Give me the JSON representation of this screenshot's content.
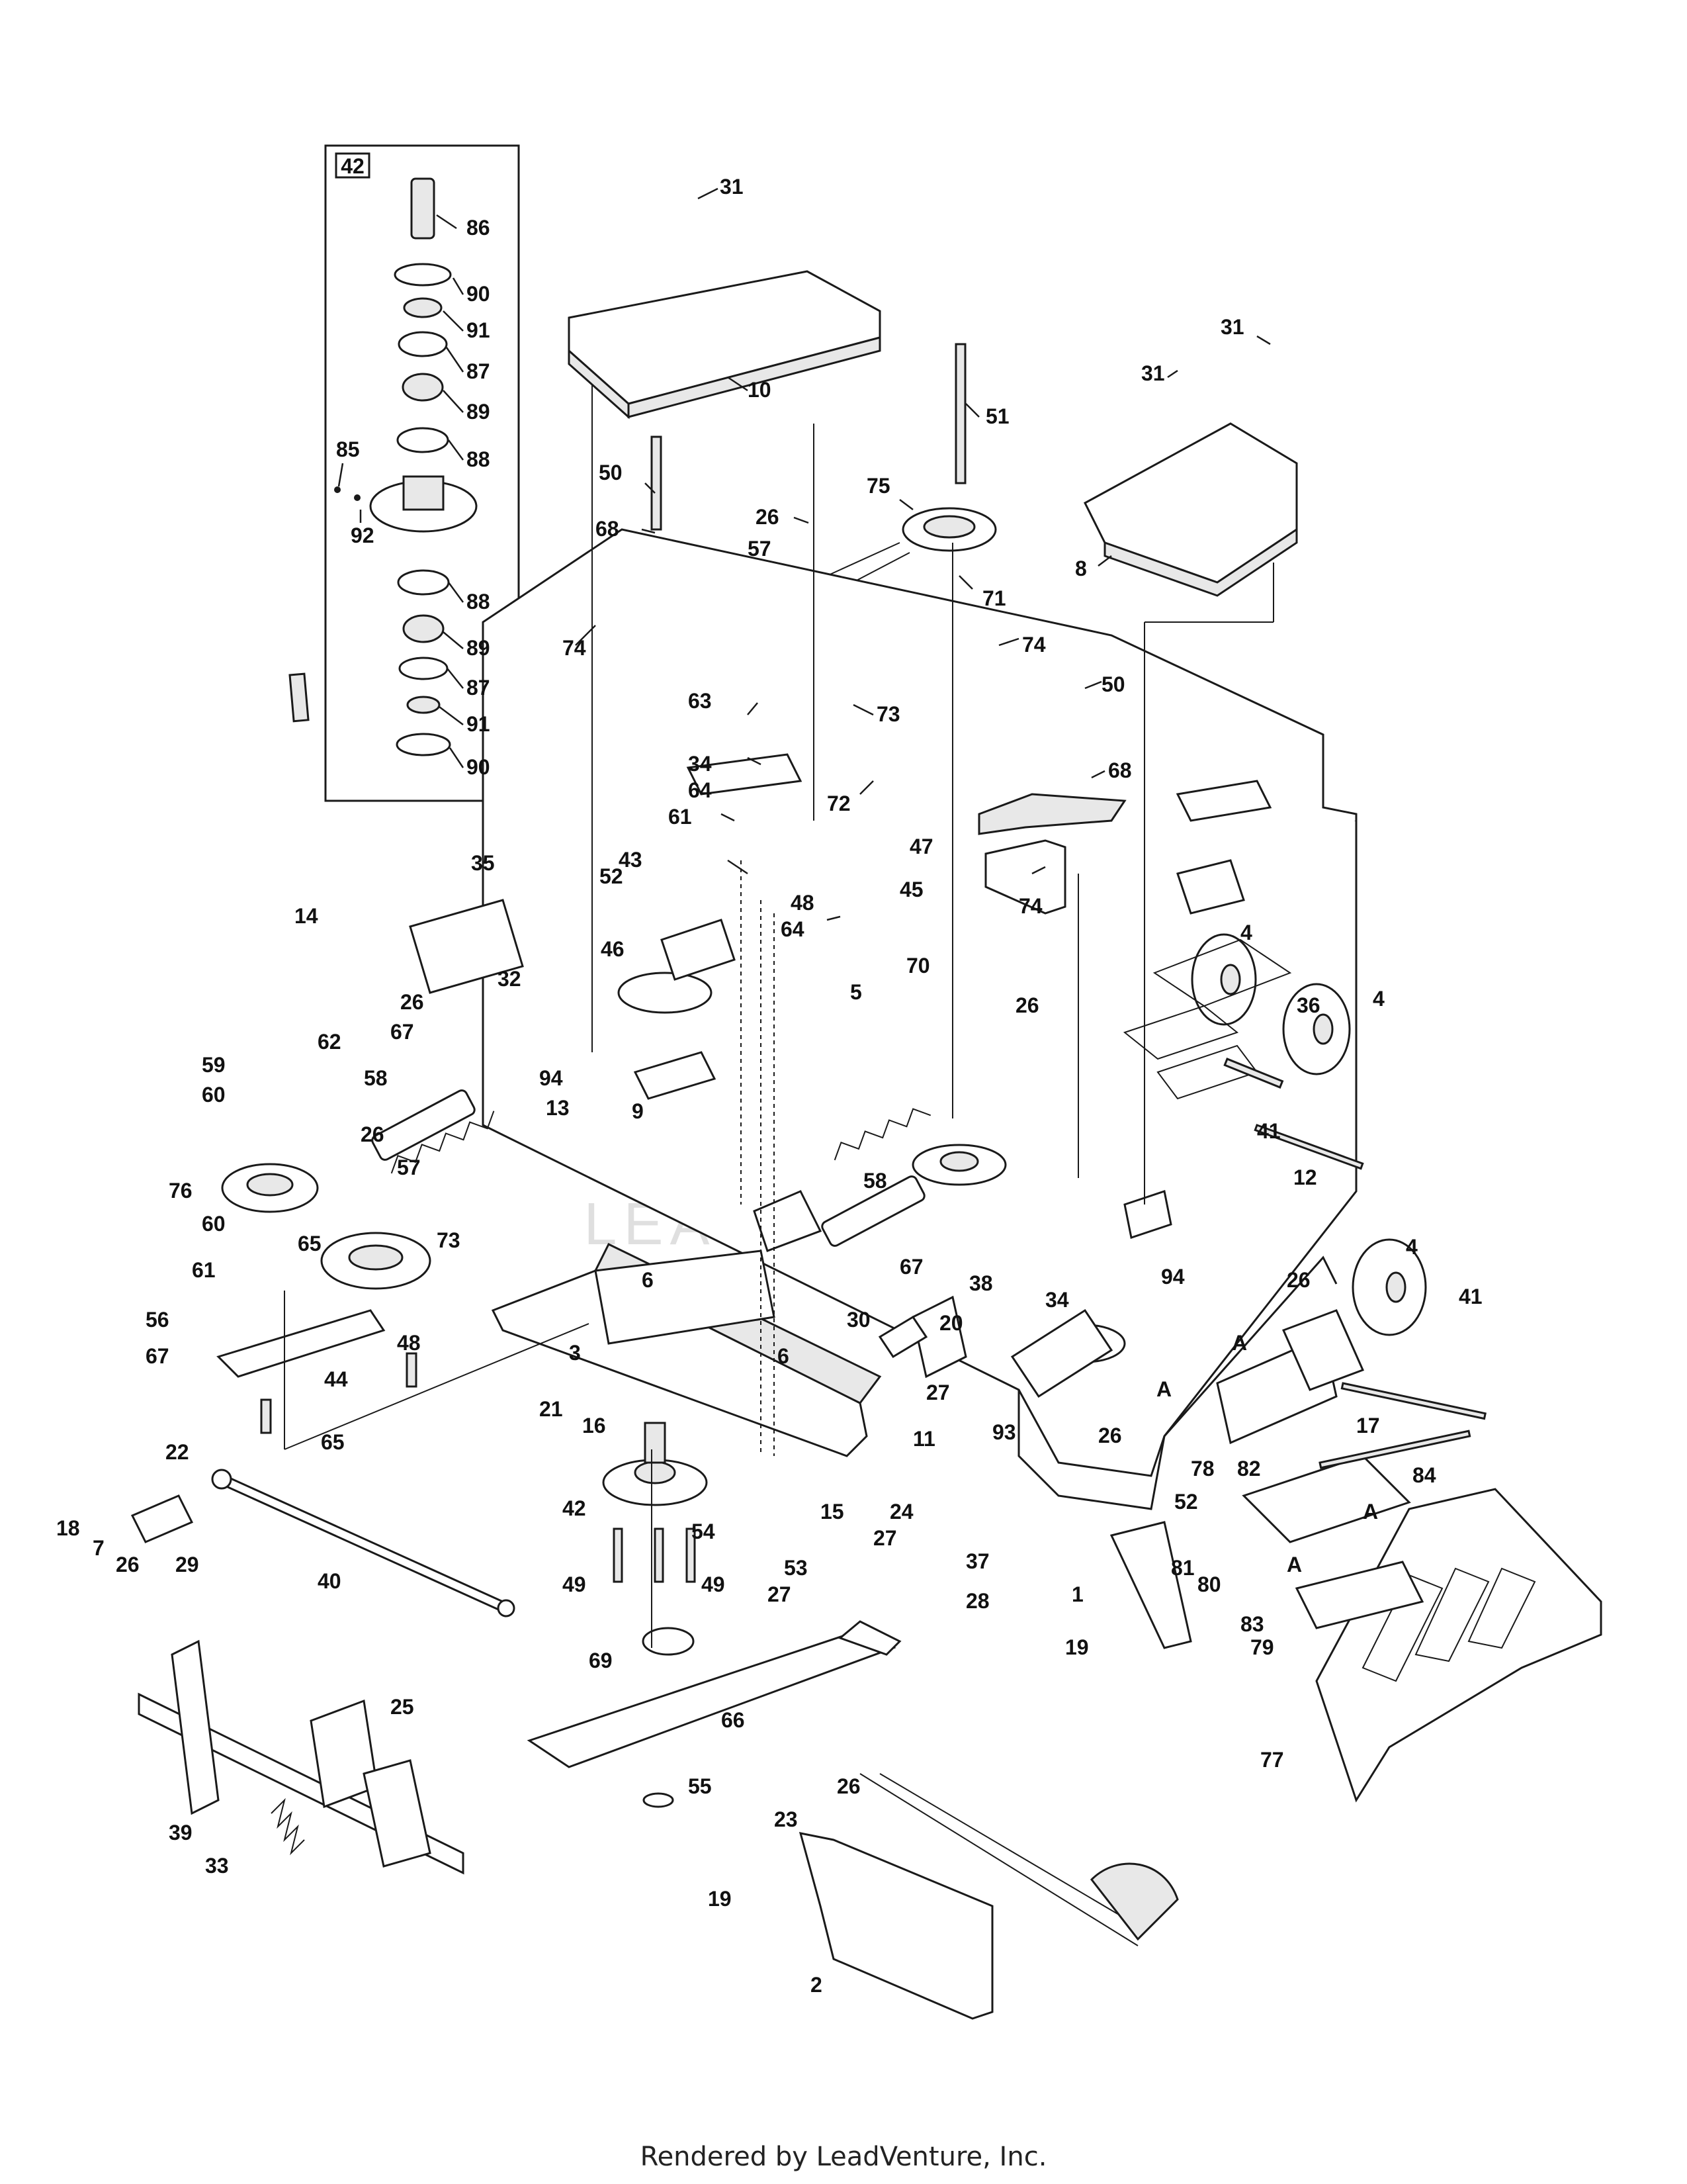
{
  "inset": {
    "tag": "42"
  },
  "callouts": [
    "31",
    "86",
    "90",
    "91",
    "87",
    "89",
    "88",
    "85",
    "92",
    "88",
    "89",
    "87",
    "91",
    "90",
    "10",
    "31",
    "51",
    "31",
    "8",
    "75",
    "71",
    "50",
    "26",
    "57",
    "68",
    "74",
    "73",
    "74",
    "50",
    "68",
    "63",
    "34",
    "64",
    "72",
    "61",
    "43",
    "47",
    "45",
    "74",
    "52",
    "48",
    "35",
    "64",
    "14",
    "46",
    "70",
    "32",
    "5",
    "26",
    "36",
    "4",
    "4",
    "67",
    "94",
    "58",
    "26",
    "59",
    "62",
    "60",
    "13",
    "9",
    "41",
    "12",
    "76",
    "26",
    "57",
    "58",
    "60",
    "65",
    "73",
    "61",
    "67",
    "6",
    "3",
    "94",
    "38",
    "34",
    "26",
    "4",
    "41",
    "56",
    "48",
    "44",
    "67",
    "30",
    "20",
    "6",
    "21",
    "16",
    "11",
    "27",
    "A",
    "A",
    "26",
    "17",
    "93",
    "22",
    "18",
    "7",
    "26",
    "29",
    "65",
    "42",
    "54",
    "15",
    "24",
    "27",
    "53",
    "78",
    "82",
    "84",
    "52",
    "A",
    "81",
    "80",
    "A",
    "37",
    "28",
    "1",
    "19",
    "83",
    "79",
    "40",
    "49",
    "49",
    "27",
    "69",
    "66",
    "55",
    "77",
    "25",
    "39",
    "33",
    "26",
    "23",
    "19",
    "2"
  ],
  "footer": "Rendered by LeadVenture, Inc.",
  "watermark": "LEADVENTURE"
}
